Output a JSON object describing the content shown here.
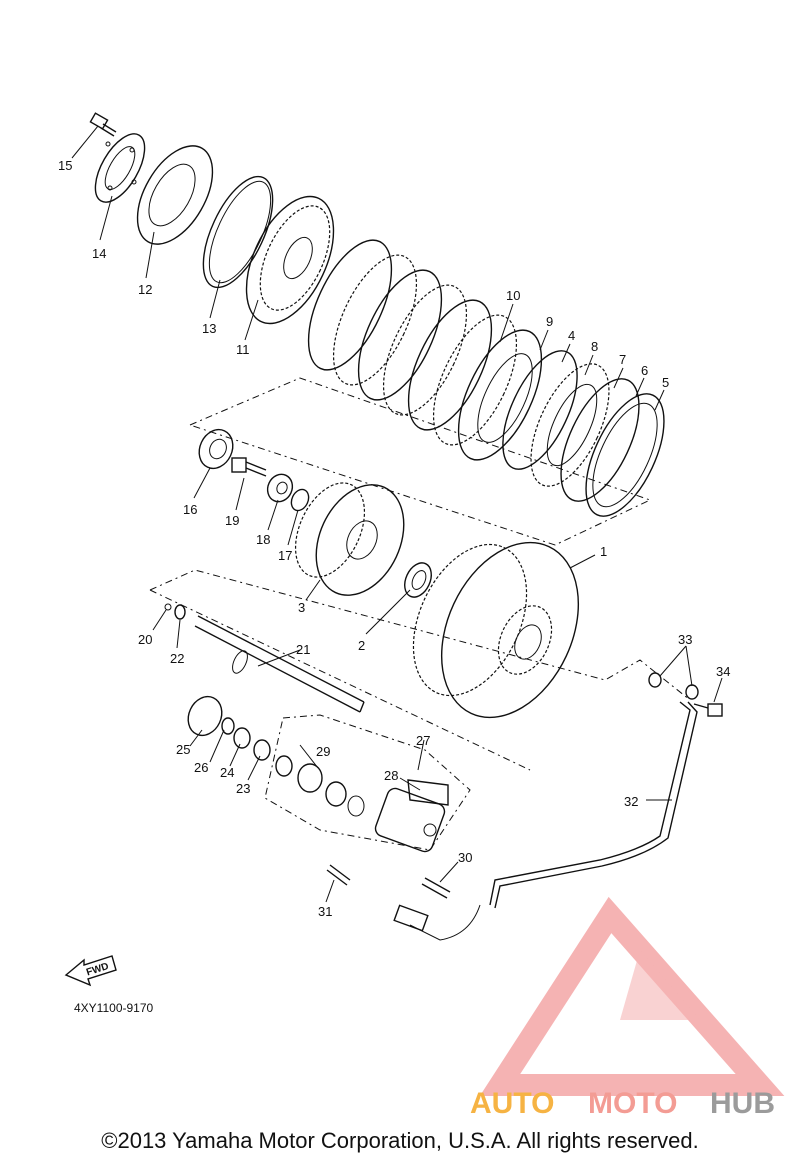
{
  "diagram": {
    "code": "4XY1100-9170",
    "fwd_label": "FWD",
    "callouts": [
      "1",
      "2",
      "3",
      "4",
      "5",
      "6",
      "7",
      "8",
      "9",
      "10",
      "11",
      "12",
      "13",
      "14",
      "15",
      "16",
      "17",
      "18",
      "19",
      "20",
      "21",
      "22",
      "23",
      "24",
      "25",
      "26",
      "27",
      "28",
      "29",
      "30",
      "31",
      "32",
      "33",
      "34"
    ]
  },
  "watermark": {
    "text_auto": "AUTO",
    "text_moto": "MOTO",
    "text_hub": "HUB",
    "colors": {
      "auto": "#f5a623",
      "moto": "#f28b82",
      "hub": "#8a8a8a",
      "logo": "#f4a6a6"
    }
  },
  "footer": {
    "copyright": "©2013 Yamaha Motor Corporation, U.S.A. All rights reserved."
  }
}
